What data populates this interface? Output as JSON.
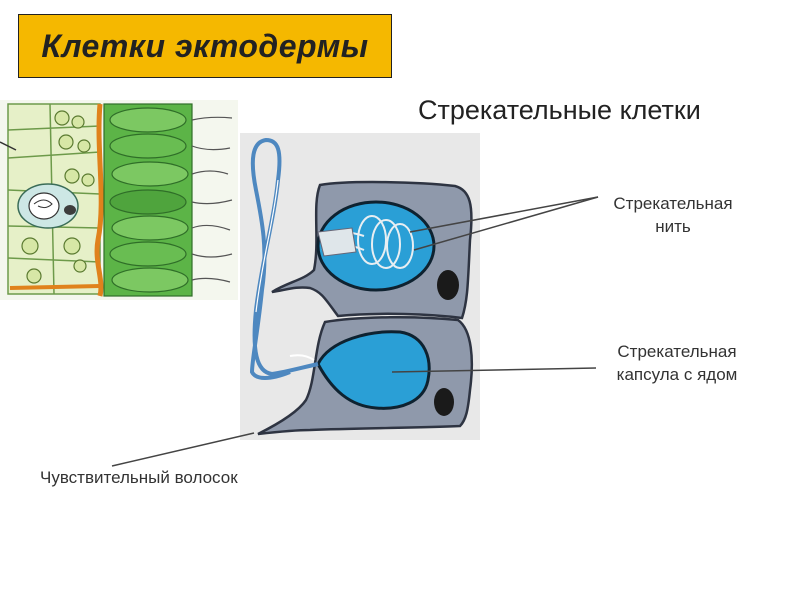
{
  "title": "Клетки эктодермы",
  "subtitle": "Стрекательные клетки",
  "labels": {
    "thread": "Стрекательная нить",
    "capsule": "Стрекательная капсула с ядом",
    "hair": "Чувствительный волосок"
  },
  "colors": {
    "title_bg": "#f5b800",
    "cell_fill": "#8f99ab",
    "capsule_fill": "#2a9fd6",
    "tissue_green": "#5cb447",
    "nerve_orange": "#e0821c"
  }
}
